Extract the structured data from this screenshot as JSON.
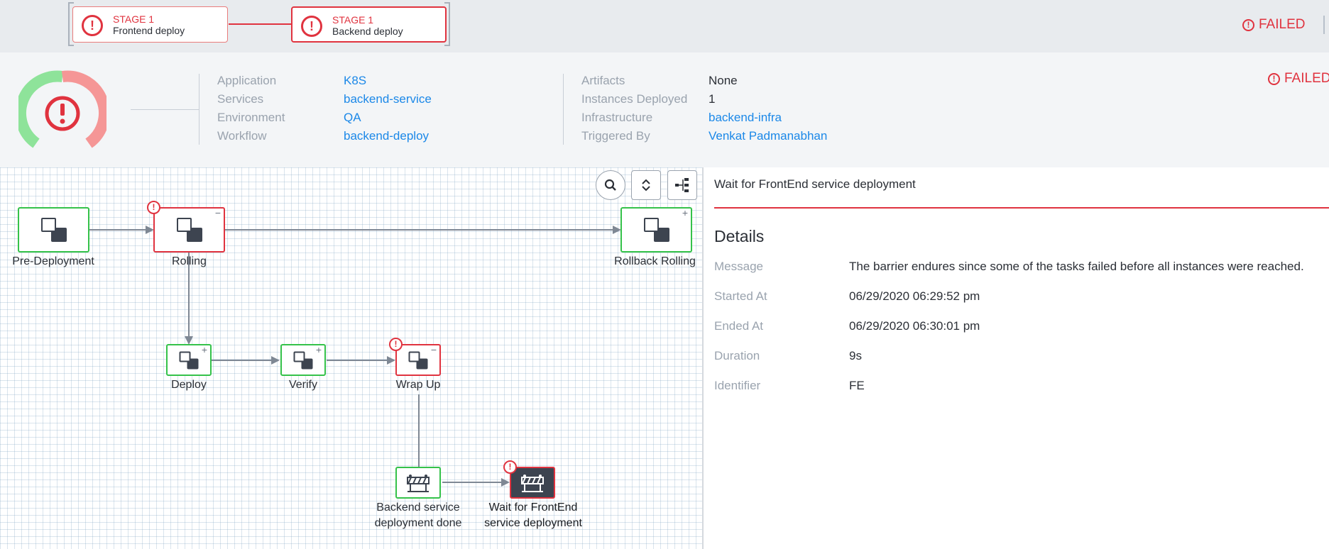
{
  "stages": [
    {
      "label": "STAGE 1",
      "name": "Frontend deploy",
      "status": "failed"
    },
    {
      "label": "STAGE 1",
      "name": "Backend deploy",
      "status": "failed",
      "selected": true
    }
  ],
  "status": {
    "top": "FAILED",
    "summary": "FAILED"
  },
  "summary": {
    "left": [
      {
        "key": "Application",
        "value": "K8S"
      },
      {
        "key": "Services",
        "value": "backend-service"
      },
      {
        "key": "Environment",
        "value": "QA"
      },
      {
        "key": "Workflow",
        "value": "backend-deploy"
      }
    ],
    "right": [
      {
        "key": "Artifacts",
        "value": "None"
      },
      {
        "key": "Instances Deployed",
        "value": "1"
      },
      {
        "key": "Infrastructure",
        "value": "backend-infra"
      },
      {
        "key": "Triggered By",
        "value": "Venkat Padmanabhan"
      }
    ]
  },
  "graph": {
    "nodes": [
      {
        "id": "pre-deployment",
        "label": "Pre-Deployment",
        "status": "success",
        "icon": "phase-icon"
      },
      {
        "id": "rolling",
        "label": "Rolling",
        "status": "failed",
        "icon": "phase-icon",
        "toggle": "−"
      },
      {
        "id": "rollback-rolling",
        "label": "Rollback Rolling",
        "status": "success",
        "icon": "phase-icon",
        "toggle": "+"
      },
      {
        "id": "deploy",
        "label": "Deploy",
        "status": "success",
        "icon": "phase-icon",
        "toggle": "+"
      },
      {
        "id": "verify",
        "label": "Verify",
        "status": "success",
        "icon": "phase-icon",
        "toggle": "+"
      },
      {
        "id": "wrap-up",
        "label": "Wrap Up",
        "status": "failed",
        "icon": "phase-icon",
        "toggle": "−"
      },
      {
        "id": "backend-done",
        "label_lines": [
          "Backend service",
          "deployment done"
        ],
        "status": "success",
        "icon": "barrier-icon"
      },
      {
        "id": "wait-frontend",
        "label_lines": [
          "Wait for FrontEnd",
          "service deployment"
        ],
        "status": "failed",
        "icon": "barrier-icon",
        "selected": true
      }
    ],
    "controls": [
      "search-icon",
      "expand-collapse-icon",
      "tree-layout-icon"
    ]
  },
  "details": {
    "title": "Wait for FrontEnd service deployment",
    "heading": "Details",
    "rows": [
      {
        "key": "Message",
        "value": "The barrier endures since some of the tasks failed before all instances were reached."
      },
      {
        "key": "Started At",
        "value": "06/29/2020 06:29:52 pm"
      },
      {
        "key": "Ended At",
        "value": "06/29/2020 06:30:01 pm"
      },
      {
        "key": "Duration",
        "value": "9s"
      },
      {
        "key": "Identifier",
        "value": "FE"
      }
    ]
  },
  "colors": {
    "failed": "#e0333f",
    "success": "#35c24a",
    "link": "#1b88e8"
  }
}
